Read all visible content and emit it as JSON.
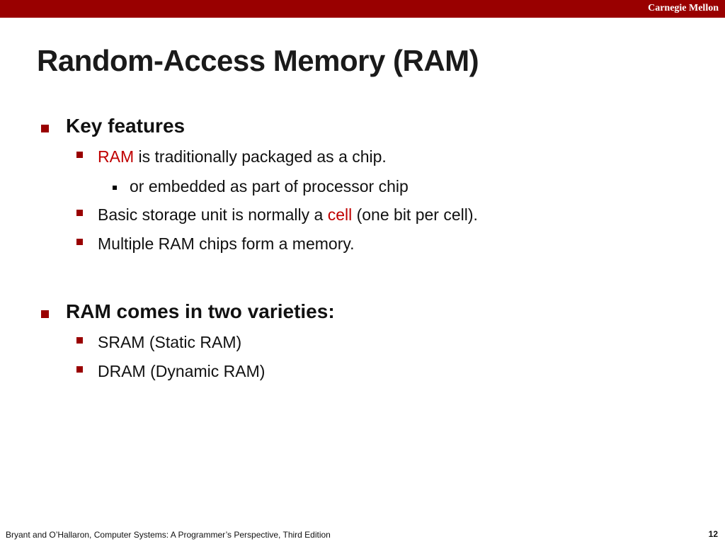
{
  "header": {
    "brand": "Carnegie Mellon",
    "bar_color": "#990000"
  },
  "slide": {
    "title": "Random-Access Memory (RAM)"
  },
  "bullets": {
    "key_features": {
      "heading": "Key features",
      "item1_highlight": "RAM",
      "item1_rest": " is traditionally packaged as a chip.",
      "item1_sub": "or embedded as part of processor chip",
      "item2_pre": "Basic storage unit is normally a ",
      "item2_highlight": "cell",
      "item2_post": " (one bit per cell).",
      "item3": "Multiple RAM chips form a memory."
    },
    "varieties": {
      "heading": "RAM comes in two varieties:",
      "item1": "SRAM (Static RAM)",
      "item2": "DRAM (Dynamic RAM)"
    }
  },
  "highlight_color": "#c00000",
  "footer": {
    "citation": "Bryant and O’Hallaron, Computer Systems: A Programmer’s Perspective, Third Edition",
    "page_number": "12"
  }
}
